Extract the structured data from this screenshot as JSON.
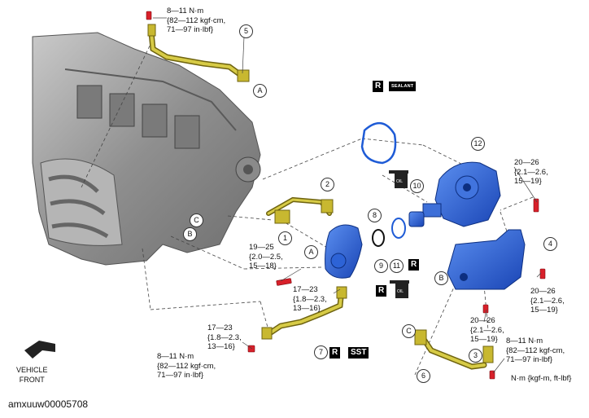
{
  "torque_specs": [
    {
      "id": "t1",
      "text": "8—11 N·m\n{82—112 kgf·cm,\n71—97 in·lbf}"
    },
    {
      "id": "t2",
      "text": "20—26\n{2.1—2.6,\n15—19}"
    },
    {
      "id": "t3",
      "text": "19—25\n{2.0—2.5,\n15—18}"
    },
    {
      "id": "t4",
      "text": "17—23\n{1.8—2.3,\n13—16}"
    },
    {
      "id": "t5",
      "text": "20—26\n{2.1—2.6,\n15—19}"
    },
    {
      "id": "t6",
      "text": "17—23\n{1.8—2.3,\n13—16}"
    },
    {
      "id": "t7",
      "text": "20—26\n{2.1—2.6,\n15—19}"
    },
    {
      "id": "t8",
      "text": "8—11 N·m\n{82—112 kgf·cm,\n71—97 in·lbf}"
    },
    {
      "id": "t9",
      "text": "8—11 N·m\n{82—112 kgf-cm,\n71—97 in-lbf}"
    }
  ],
  "callouts": [
    "1",
    "2",
    "3",
    "4",
    "5",
    "6",
    "7",
    "8",
    "9",
    "10",
    "11",
    "12"
  ],
  "reference_letters": [
    "A",
    "A",
    "B",
    "B",
    "C",
    "C"
  ],
  "badges": {
    "replace": "R",
    "sst": "SST",
    "sealant": "SEALANT",
    "oil": "OIL"
  },
  "vehicle_front": "VEHICLE\nFRONT",
  "units_note": "N·m {kgf-m, ft-lbf}",
  "image_id": "amxuuw00005708",
  "colors": {
    "engine": "#9a9a9a",
    "blue_part": "#1e5bd6",
    "yellow_part": "#c8b830",
    "bolt_red": "#d8202a",
    "leader": "#444444"
  }
}
